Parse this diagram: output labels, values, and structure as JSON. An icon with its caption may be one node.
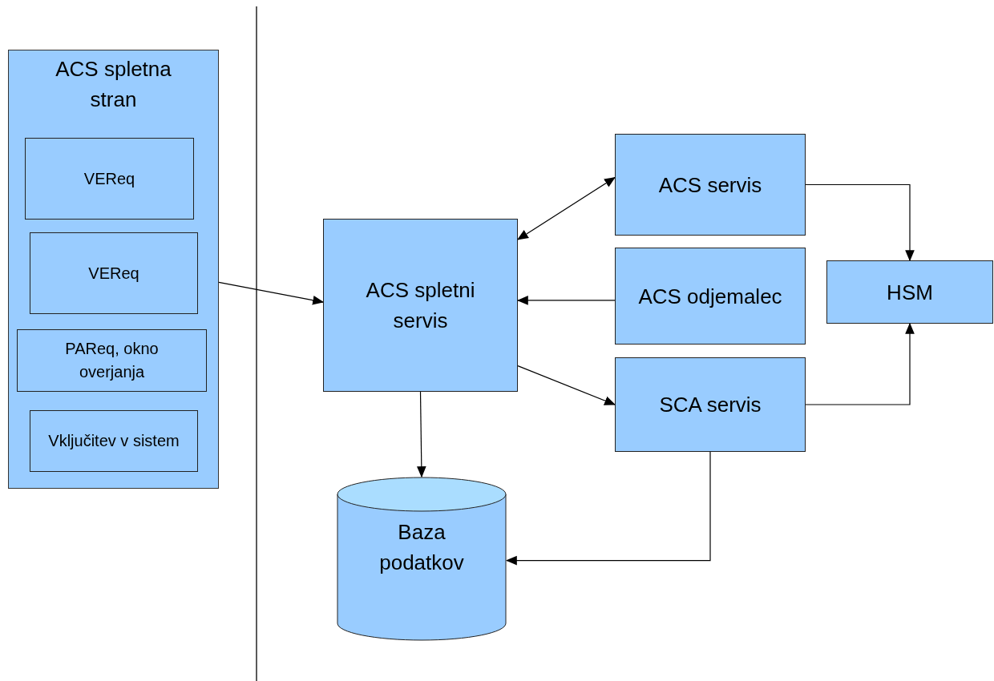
{
  "diagram": {
    "nodes": [
      {
        "text": [
          "ACS spletna stran"
        ]
      },
      {
        "text": [
          "VEReq"
        ],
        "in": 0
      },
      {
        "text": [
          "VEReq"
        ],
        "in": 0
      },
      {
        "text": [
          "PAReq, okno overjanja"
        ],
        "in": 0
      },
      {
        "text": [
          "Vključitev v sistem"
        ],
        "in": 0
      },
      {
        "text": [
          "ACS spletni servis"
        ]
      },
      {
        "text": [
          "ACS servis"
        ]
      },
      {
        "text": [
          "ACS odjemalec"
        ]
      },
      {
        "text": [
          "SCA servis"
        ]
      },
      {
        "text": [
          "HSM"
        ]
      },
      {
        "text": [
          "Baza podatkov"
        ]
      }
    ],
    "edges": [
      {
        "from": 0,
        "to": 5,
        "arrow": "to"
      },
      {
        "from": 5,
        "to": 6,
        "arrow": "both"
      },
      {
        "from": 7,
        "to": 5,
        "arrow": "to"
      },
      {
        "from": 5,
        "to": 8,
        "arrow": "to"
      },
      {
        "from": 5,
        "to": 10,
        "arrow": "to"
      },
      {
        "from": 6,
        "to": 9,
        "arrow": "to"
      },
      {
        "from": 8,
        "to": 9,
        "arrow": "to"
      },
      {
        "from": 8,
        "to": 10,
        "arrow": "to"
      }
    ]
  }
}
